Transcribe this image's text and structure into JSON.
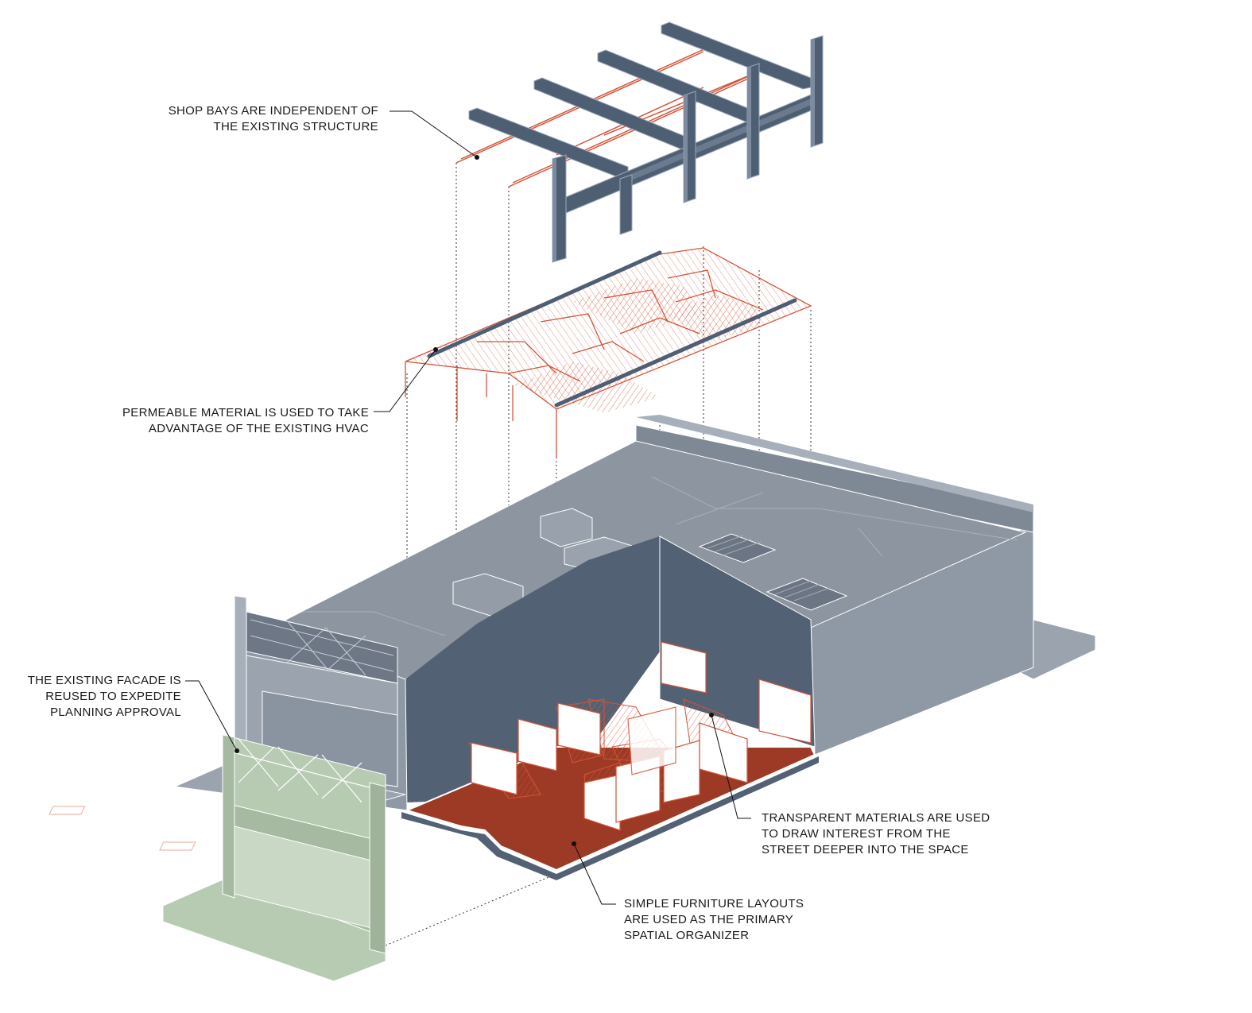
{
  "annotations": {
    "structure": {
      "lines": [
        "SHOP BAYS ARE INDEPENDENT OF",
        "THE EXISTING STRUCTURE"
      ]
    },
    "canopy": {
      "lines": [
        "PERMEABLE MATERIAL IS USED TO TAKE",
        "ADVANTAGE OF THE EXISTING HVAC"
      ]
    },
    "facade": {
      "lines": [
        "THE EXISTING FACADE IS",
        "REUSED TO EXPEDITE",
        "PLANNING APPROVAL"
      ]
    },
    "transparent": {
      "lines": [
        "TRANSPARENT MATERIALS ARE USED",
        "TO DRAW INTEREST FROM THE",
        "STREET DEEPER INTO THE SPACE"
      ]
    },
    "furniture": {
      "lines": [
        "SIMPLE FURNITURE LAYOUTS",
        "ARE USED AS THE PRIMARY",
        "SPATIAL ORGANIZER"
      ]
    }
  },
  "colors": {
    "steel": "#4f5f73",
    "steel_light": "#7c8ba0",
    "red_line": "#d2553a",
    "floor_red": "#9c3a26",
    "roof": "#8c95a0",
    "interior_wall": "#536174",
    "exterior_wall": "#8f99a5",
    "facade_green": "#b7cab2",
    "panel_white": "#ffffff"
  }
}
